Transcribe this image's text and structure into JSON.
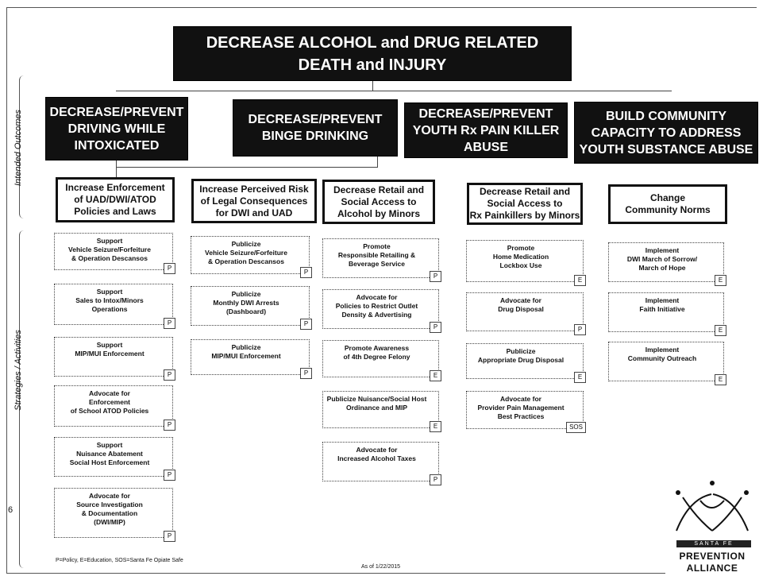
{
  "goal": "DECREASE ALCOHOL and DRUG RELATED\nDEATH and INJURY",
  "side_labels": {
    "outcomes": "Intended Outcomes",
    "strategies": "Strategies / Activities"
  },
  "outcomes": [
    "DECREASE/PREVENT\nDRIVING WHILE\nINTOXICATED",
    "DECREASE/PREVENT\nBINGE DRINKING",
    "DECREASE/PREVENT\nYOUTH Rx PAIN KILLER\nABUSE",
    "BUILD COMMUNITY\nCAPACITY TO ADDRESS\nYOUTH SUBSTANCE ABUSE"
  ],
  "objectives": [
    "Increase Enforcement\nof UAD/DWI/ATOD\nPolicies and Laws",
    "Increase Perceived Risk\nof Legal Consequences\nfor DWI and UAD",
    "Decrease Retail and\nSocial Access to\nAlcohol by Minors",
    "Decrease Retail and\nSocial Access to\nRx Painkillers by Minors",
    "Change\nCommunity Norms"
  ],
  "activities": {
    "col1": [
      {
        "text": "Support\nVehicle Seizure/Forfeiture\n& Operation Descansos",
        "tag": "P"
      },
      {
        "text": "Support\nSales to Intox/Minors\nOperations",
        "tag": "P"
      },
      {
        "text": "Support\nMIP/MUI Enforcement",
        "tag": "P"
      },
      {
        "text": "Advocate for\nEnforcement\nof School ATOD Policies",
        "tag": "P"
      },
      {
        "text": "Support\nNuisance Abatement\nSocial Host Enforcement",
        "tag": "P"
      },
      {
        "text": "Advocate for\nSource Investigation\n& Documentation\n(DWI/MIP)",
        "tag": "P"
      }
    ],
    "col2": [
      {
        "text": "Publicize\nVehicle Seizure/Forfeiture\n& Operation Descansos",
        "tag": "P"
      },
      {
        "text": "Publicize\nMonthly DWI Arrests\n(Dashboard)",
        "tag": "P"
      },
      {
        "text": "Publicize\nMIP/MUI Enforcement",
        "tag": "P"
      }
    ],
    "col3": [
      {
        "text": "Promote\nResponsible Retailing &\nBeverage Service",
        "tag": "P"
      },
      {
        "text": "Advocate for\nPolicies to Restrict Outlet\nDensity & Advertising",
        "tag": "P"
      },
      {
        "text": "Promote Awareness\nof 4th Degree Felony",
        "tag": "E"
      },
      {
        "text": "Publicize Nuisance/Social Host\nOrdinance and MIP",
        "tag": "E"
      },
      {
        "text": "Advocate for\nIncreased Alcohol Taxes",
        "tag": "P"
      }
    ],
    "col4": [
      {
        "text": "Promote\nHome Medication\nLockbox Use",
        "tag": "E"
      },
      {
        "text": "Advocate for\nDrug Disposal",
        "tag": "P"
      },
      {
        "text": "Publicize\nAppropriate Drug Disposal",
        "tag": "E"
      },
      {
        "text": "Advocate for\nProvider Pain Management\nBest Practices",
        "tag": "SOS"
      }
    ],
    "col5": [
      {
        "text": "Implement\nDWI March of Sorrow/\nMarch of Hope",
        "tag": "E"
      },
      {
        "text": "Implement\nFaith Initiative",
        "tag": "E"
      },
      {
        "text": "Implement\nCommunity Outreach",
        "tag": "E"
      }
    ]
  },
  "footer": {
    "legend": "P=Policy, E=Education, SOS=Santa Fe Opiate Safe",
    "date": "As of 1/22/2015",
    "page_number": "6"
  },
  "logo": {
    "banner": "SANTA FE",
    "line1": "PREVENTION",
    "line2": "ALLIANCE"
  }
}
